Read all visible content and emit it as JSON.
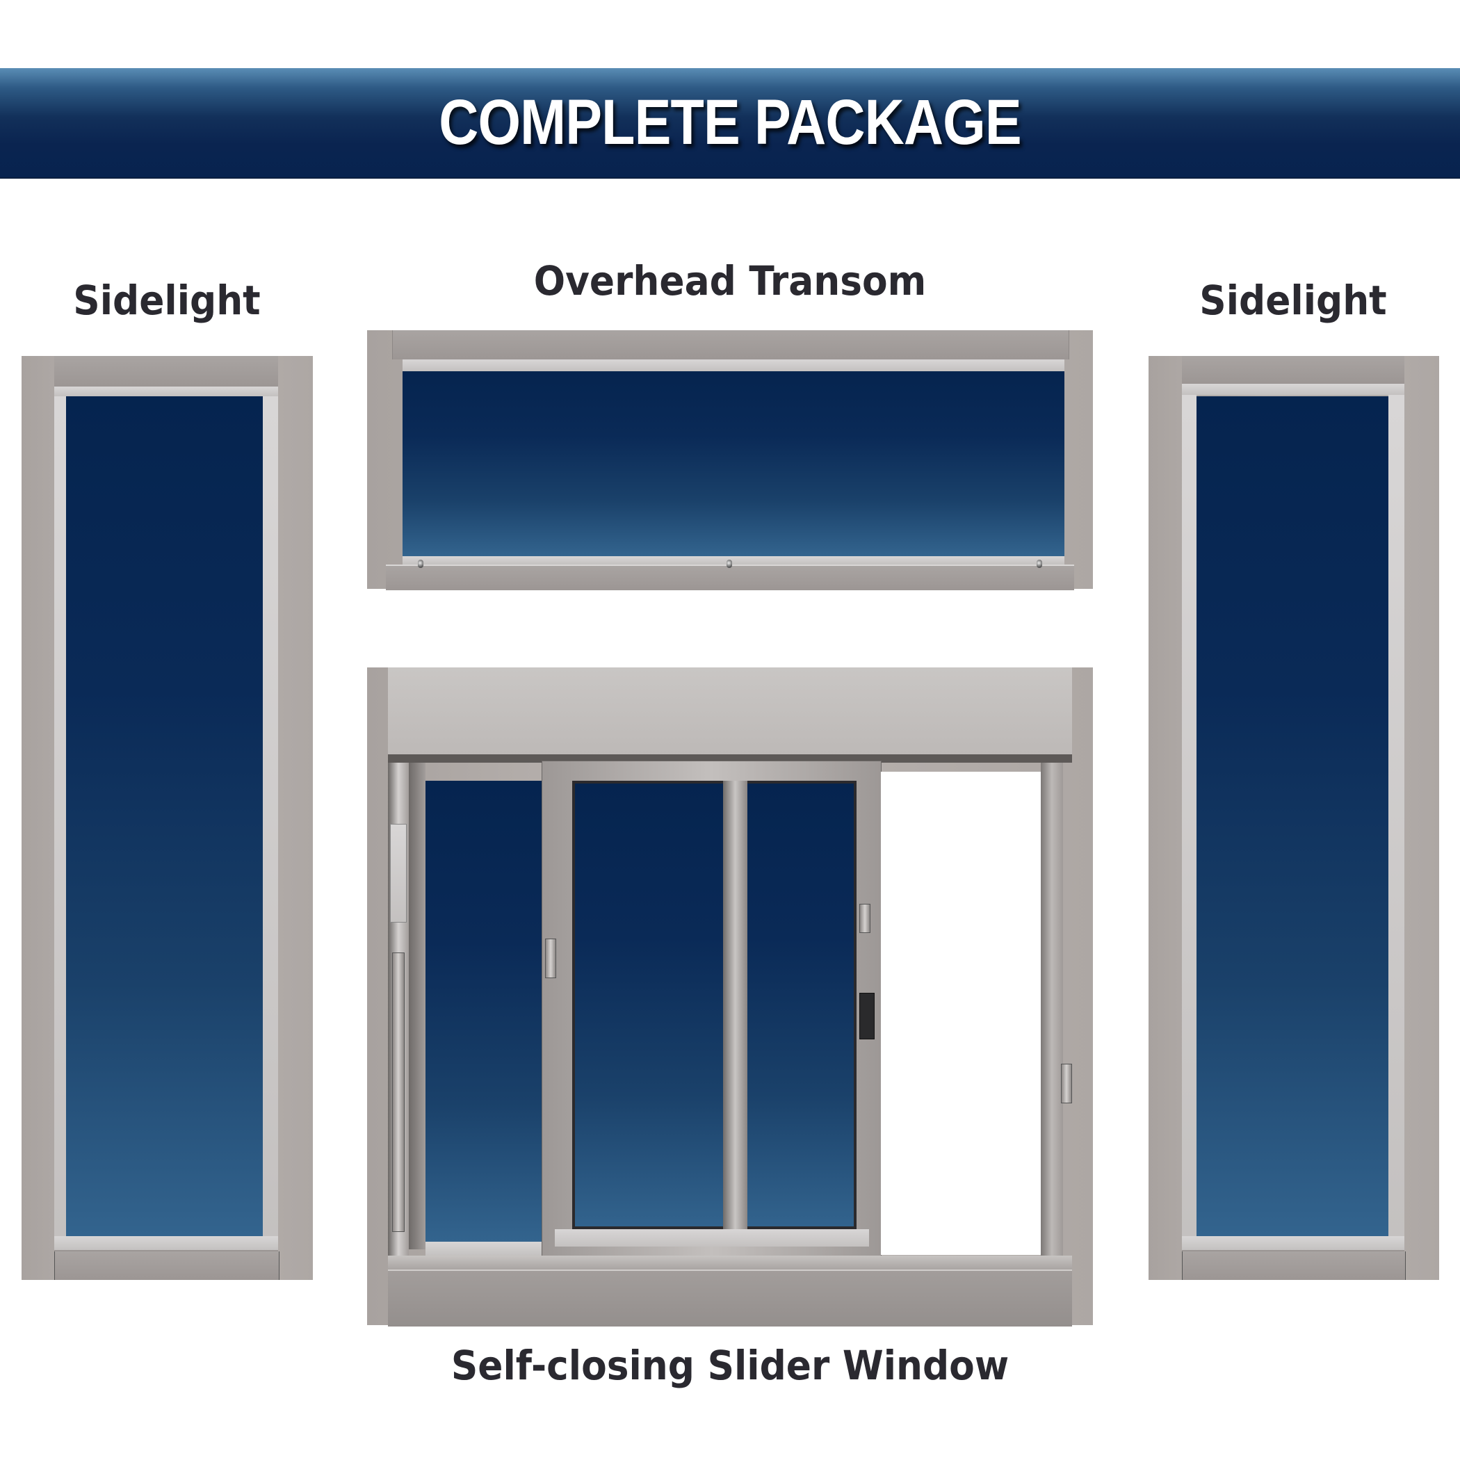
{
  "banner": {
    "title": "COMPLETE PACKAGE",
    "gradient_top": "#5a8db5",
    "gradient_bottom": "#07234f"
  },
  "products": {
    "left_sidelight": {
      "label": "Sidelight"
    },
    "overhead_transom": {
      "label": "Overhead Transom"
    },
    "right_sidelight": {
      "label": "Sidelight"
    },
    "slider_window": {
      "label": "Self-closing Slider Window"
    }
  },
  "colors": {
    "text": "#2a2930",
    "glass_top": "#05244f",
    "glass_bottom": "#33648e",
    "frame": "#b0aaa7"
  }
}
